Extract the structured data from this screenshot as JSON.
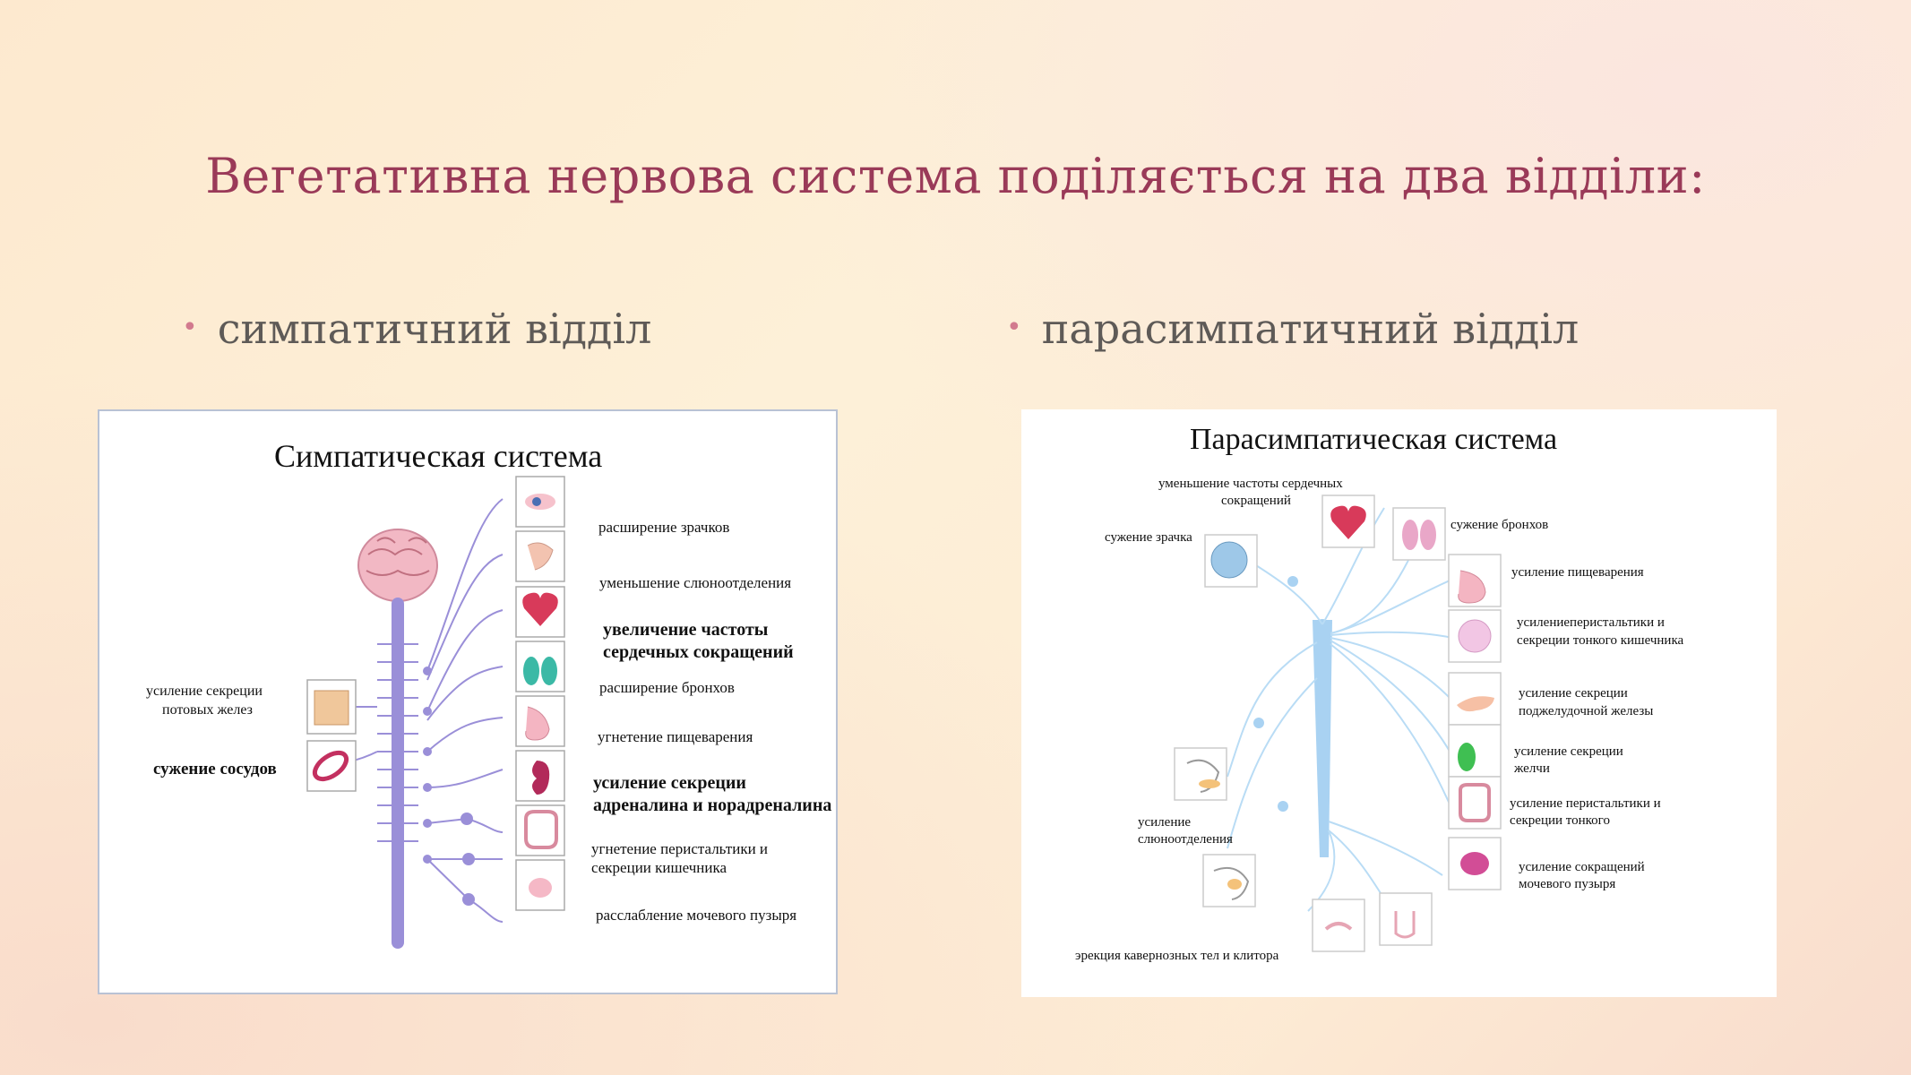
{
  "slide": {
    "title": "Вегетативна нервова система поділяється на два  відділи:",
    "bullets": [
      "симпатичний  відділ",
      "парасимпатичний відділ"
    ]
  },
  "sympathetic": {
    "heading": "Симпатическая система",
    "labels_right": [
      "расширение зрачков",
      "уменьшение слюноотделения",
      "увеличение частоты",
      "сердечных сокращений",
      "расширение бронхов",
      "угнетение пищеварения",
      "усиление секреции",
      "адреналина и норадреналина",
      "угнетение перистальтики и",
      "секреции кишечника",
      "расслабление мочевого пузыря"
    ],
    "labels_left": [
      "усиление секреции",
      "потовых желез",
      "сужение сосудов"
    ]
  },
  "parasympathetic": {
    "heading": "Парасимпатическая система",
    "labels": [
      "уменьшение частоты сердечных",
      "сокращений",
      "сужение зрачка",
      "сужение бронхов",
      "усиление пищеварения",
      "усилениеперистальтики и",
      "секреции тонкого кишечника",
      "усиление секреции",
      "поджелудочной железы",
      "усиление секреции",
      "желчи",
      "усиление перистальтики и",
      "секреции тонкого",
      "усиление",
      "слюноотделения",
      "усиление сокращений",
      "мочевого пузыря",
      "эрекция кавернозных тел и клитора"
    ]
  },
  "colors": {
    "title": "#9a3a58",
    "bullet": "#5e5a57",
    "nerve_sym": "#9a8fd8",
    "nerve_para": "#a9d2f2"
  }
}
